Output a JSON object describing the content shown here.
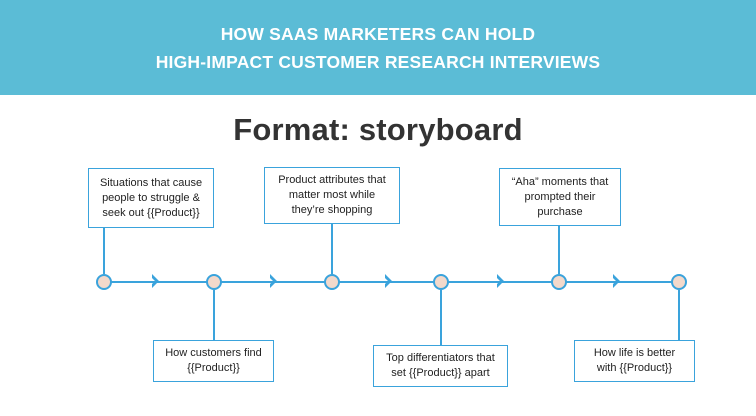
{
  "banner": {
    "line1": "HOW SAAS MARKETERS CAN HOLD",
    "line2": "HIGH-IMPACT CUSTOMER RESEARCH INTERVIEWS"
  },
  "heading": "Format: storyboard",
  "colors": {
    "banner_bg": "#5bbcd6",
    "timeline": "#3aa3dc",
    "node_fill": "#f3d9cb",
    "heading_text": "#333333"
  },
  "timeline": {
    "steps": [
      {
        "position": "above",
        "line1": "Situations that cause",
        "line2": "people to struggle &",
        "line3": "seek out {{Product}}"
      },
      {
        "position": "below",
        "line1": "How customers find",
        "line2": "{{Product}}",
        "line3": ""
      },
      {
        "position": "above",
        "line1": "Product attributes that",
        "line2": "matter most while",
        "line3": "they’re shopping"
      },
      {
        "position": "below",
        "line1": "Top differentiators that",
        "line2": "set {{Product}} apart",
        "line3": ""
      },
      {
        "position": "above",
        "line1": "“Aha” moments that",
        "line2": "prompted their",
        "line3": "purchase"
      },
      {
        "position": "below",
        "line1": "How life is better",
        "line2": "with {{Product}}",
        "line3": ""
      }
    ],
    "arrow_icon": "chevron-right-icon"
  }
}
